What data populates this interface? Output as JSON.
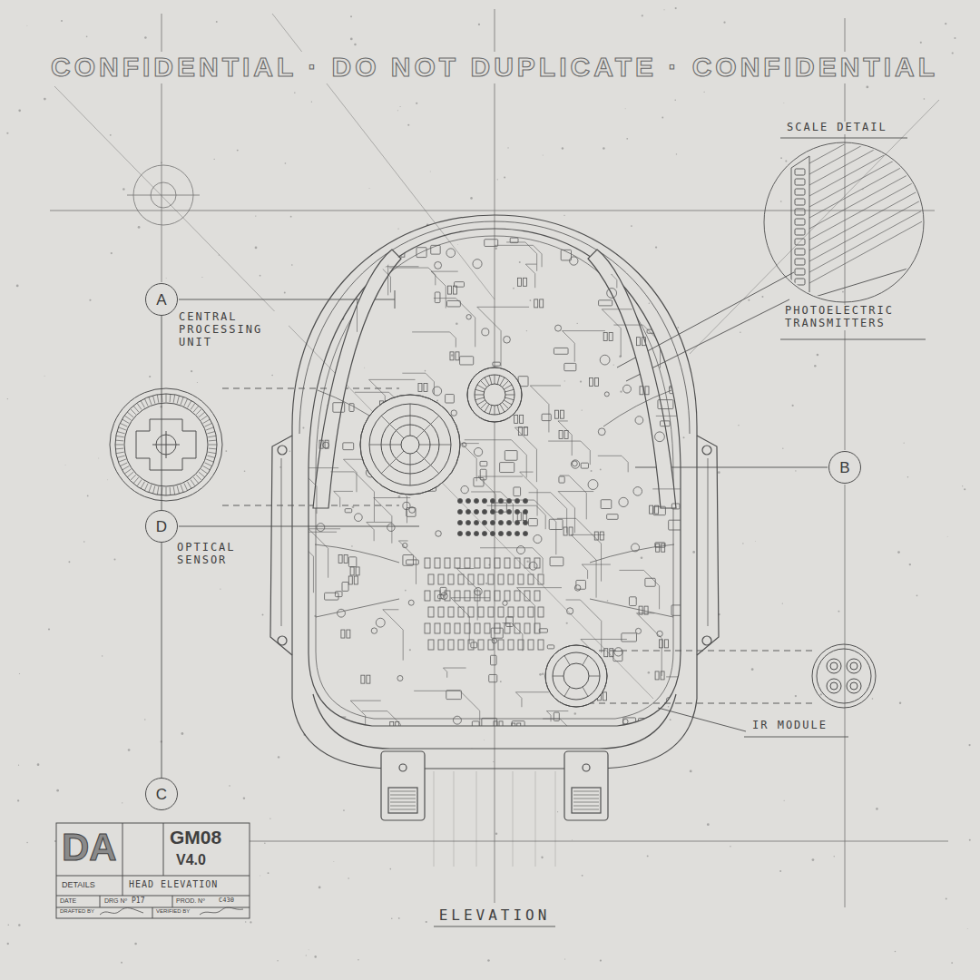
{
  "diagram": {
    "nodes": [
      {
        "text": [
          "A"
        ]
      },
      {
        "text": [
          "B"
        ]
      },
      {
        "text": [
          "D"
        ]
      },
      {
        "text": [
          "C"
        ]
      }
    ],
    "edges": [
      {
        "from": 0,
        "to": 2,
        "arrow": "none"
      },
      {
        "from": 2,
        "to": 3,
        "arrow": "none"
      }
    ],
    "labels": [
      "CONFIDENTIAL · DO NOT DUPLICATE · CONFIDENTIAL",
      "SCALE DETAIL",
      "CENTRAL PROCESSING UNIT",
      "PHOTOELECTRIC TRANSMITTERS",
      "OPTICAL SENSOR",
      "IR MODULE",
      "DA",
      "GM08",
      "V4.0",
      "DETAILS",
      "HEAD ELEVATION",
      "DATE",
      "DRG Nº",
      "P17",
      "PROD. Nº",
      "C430",
      "DRAFTED BY",
      "VERIFIED BY",
      "ELEVATION"
    ]
  }
}
